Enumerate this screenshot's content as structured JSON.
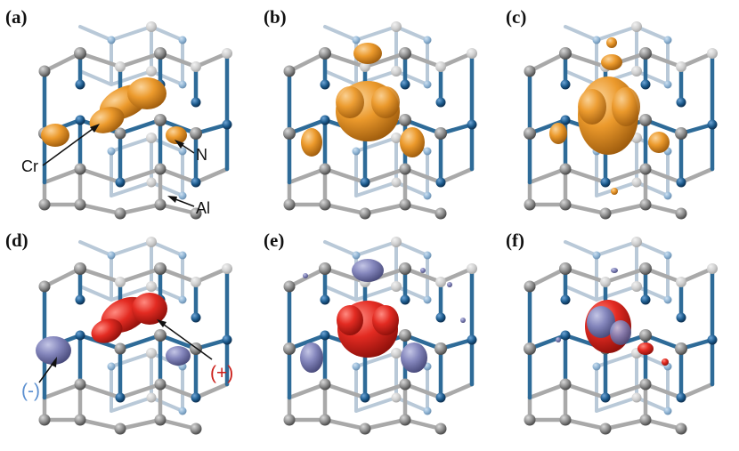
{
  "panels": [
    {
      "label": "(a)",
      "kind": "orange-d"
    },
    {
      "label": "(b)",
      "kind": "orange-sym"
    },
    {
      "label": "(c)",
      "kind": "orange-diff"
    },
    {
      "label": "(d)",
      "kind": "spin-d"
    },
    {
      "label": "(e)",
      "kind": "spin-sym"
    },
    {
      "label": "(f)",
      "kind": "spin-diff"
    }
  ],
  "annotations": {
    "cr": "Cr",
    "n": "N",
    "al": "Al",
    "minus": "(-)",
    "plus": "(+)"
  },
  "colors": {
    "orange_lobe": "#e8951f",
    "red_lobe": "#e02a22",
    "blue_lobe": "#7d7fb4",
    "al_atom": "#8a8a8a",
    "n_atom": "#1c5a8c",
    "bond_dark": "#2e6b98",
    "bond_light": "#9fb7cc",
    "bond_gray": "#a5a5a5",
    "minus_text": "#5b8fd0",
    "plus_text": "#cc1f1a"
  }
}
